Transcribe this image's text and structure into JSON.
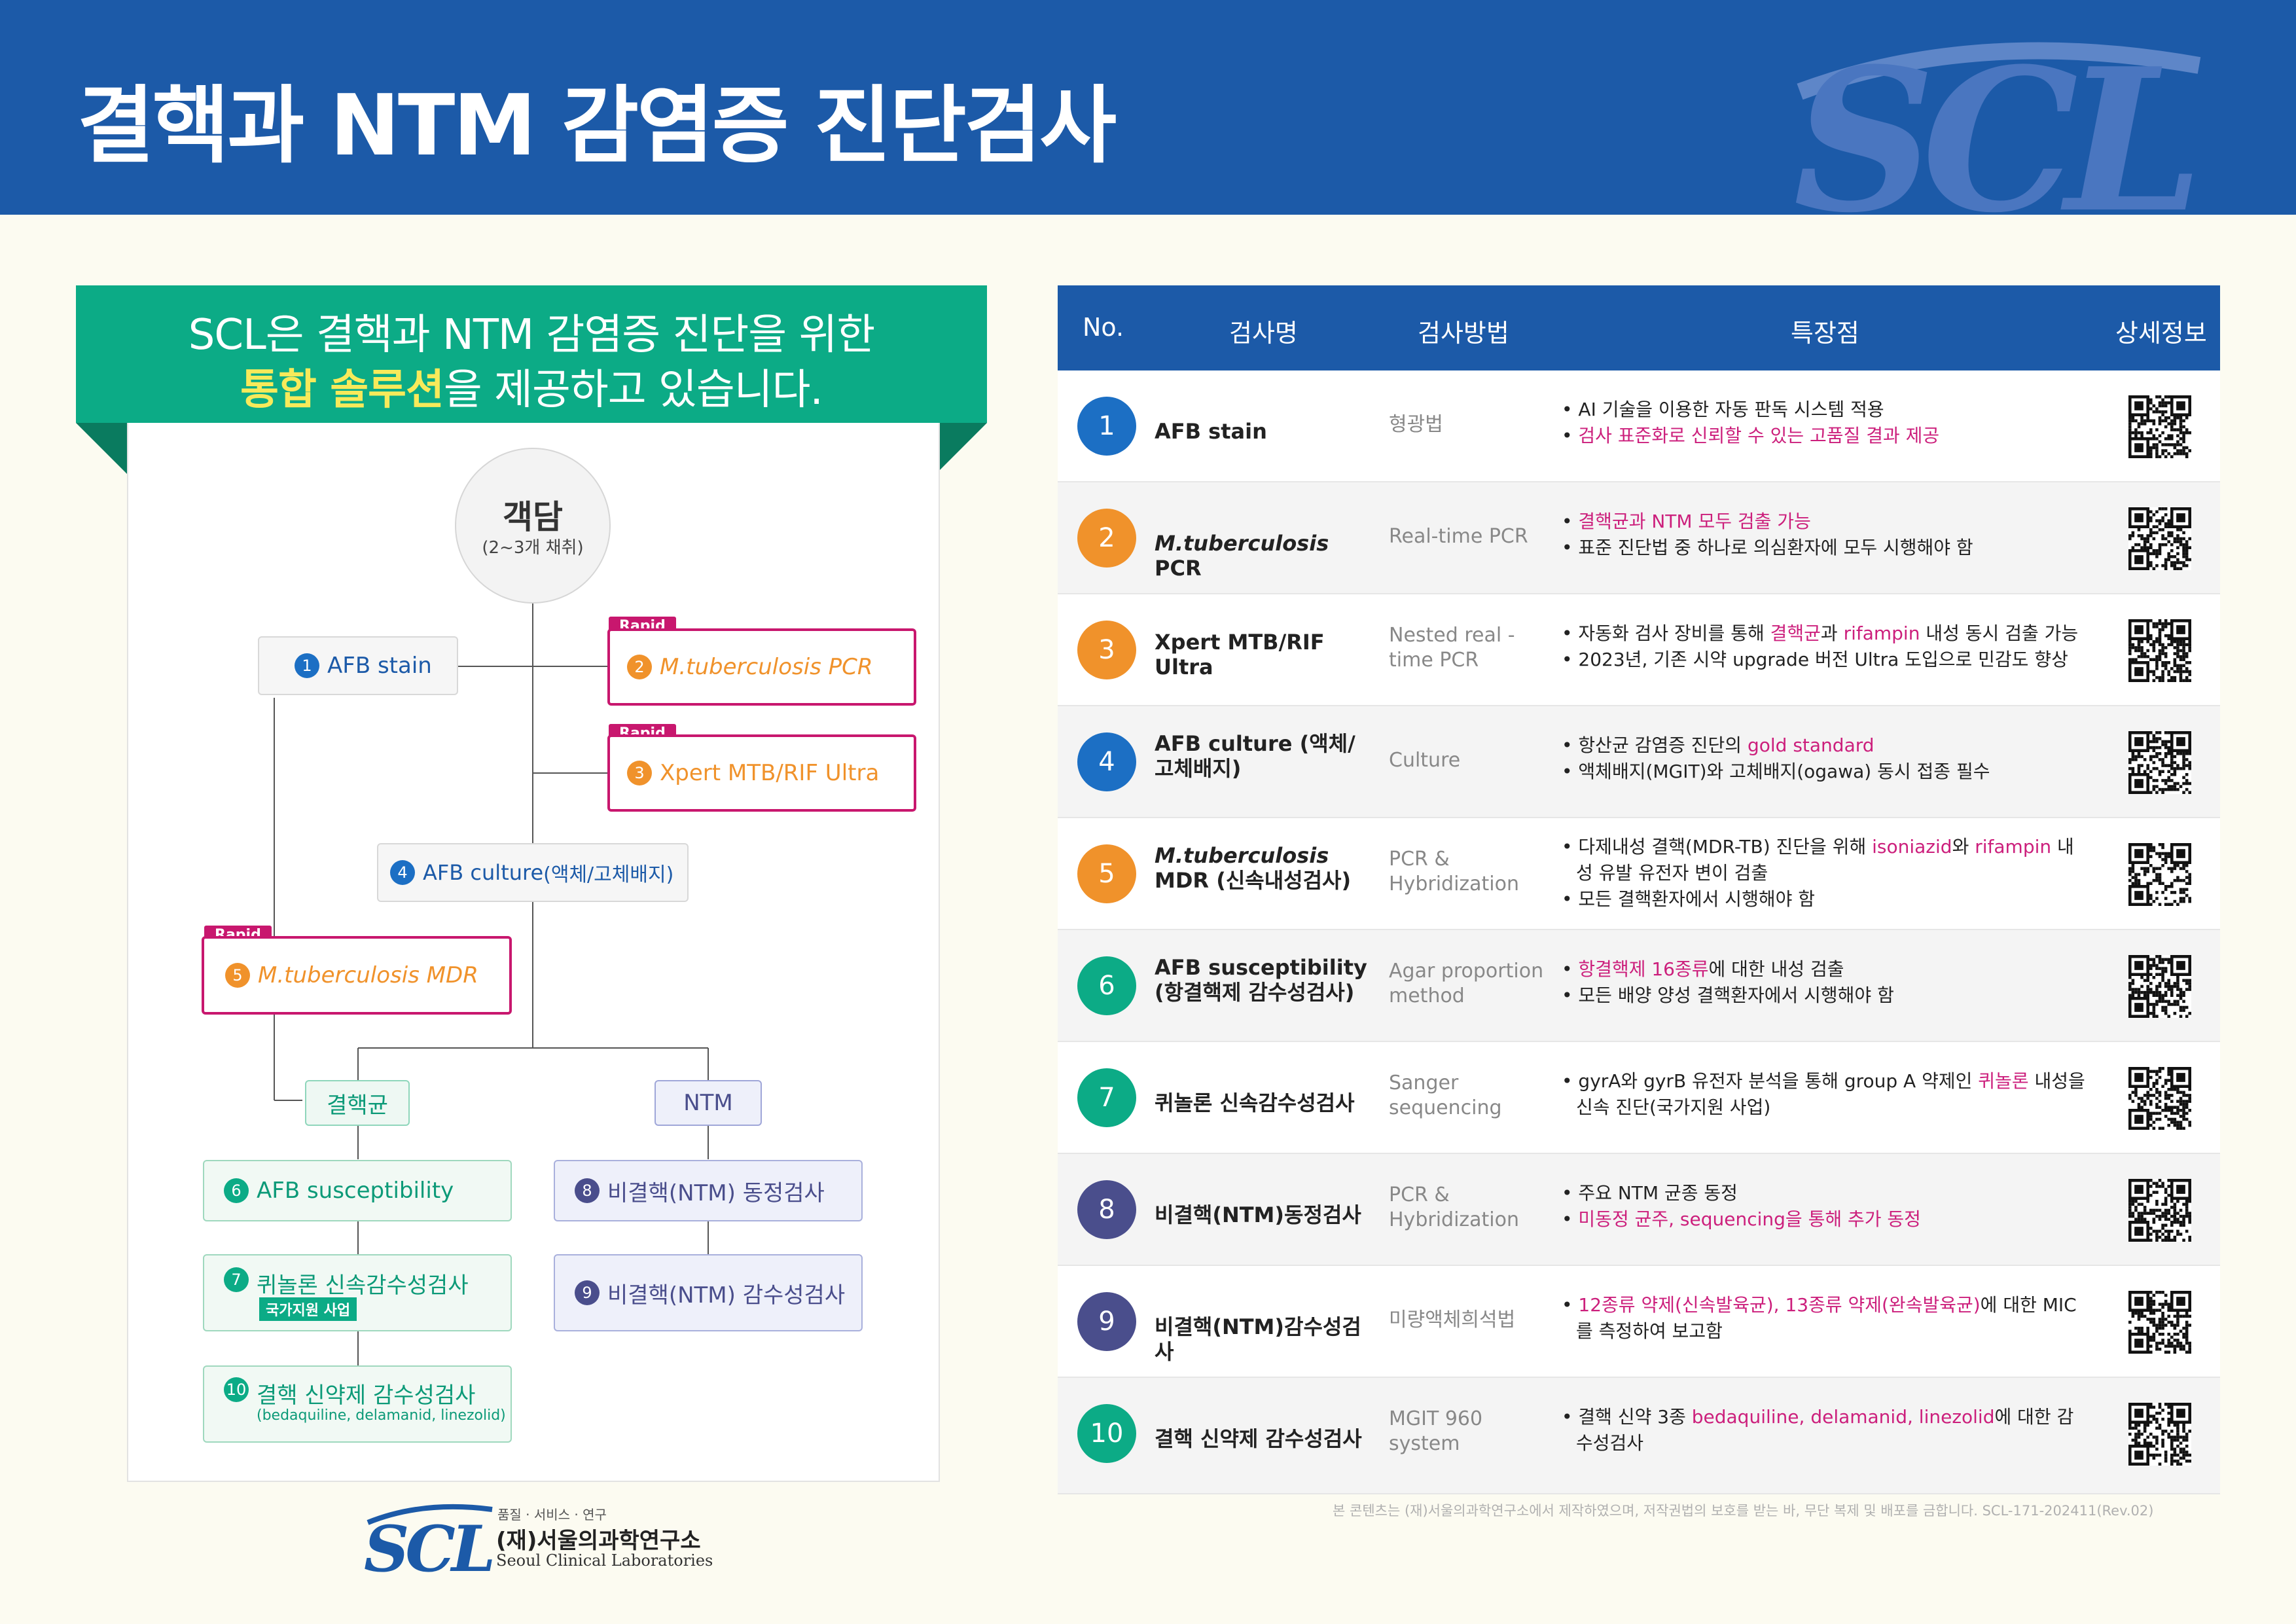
{
  "header": {
    "title": "결핵과 NTM 감염증 진단검사",
    "logo": "SCL"
  },
  "ribbon": {
    "line1": "SCL은 결핵과 NTM 감염증 진단을 위한",
    "line2_highlight": "통합 솔루션",
    "line2_rest": "을 제공하고 있습니다."
  },
  "flow": {
    "sputum": {
      "title": "객담",
      "sub": "(2~3개 채취)"
    },
    "rapid": "Rapid",
    "tb_group": "결핵균",
    "ntm_group": "NTM",
    "national_badge": "국가지원 사업",
    "boxes": [
      {
        "num": "1",
        "label": "AFB stain"
      },
      {
        "num": "2",
        "label": "M.tuberculosis PCR"
      },
      {
        "num": "3",
        "label": "Xpert MTB/RIF Ultra"
      },
      {
        "num": "4",
        "label": "AFB culture ",
        "sub": "(액체/고체배지)"
      },
      {
        "num": "5",
        "label": "M.tuberculosis MDR"
      },
      {
        "num": "6",
        "label": "AFB susceptibility"
      },
      {
        "num": "7",
        "label": "퀴놀론 신속감수성검사"
      },
      {
        "num": "8",
        "label": "비결핵(NTM) 동정검사"
      },
      {
        "num": "9",
        "label": "비결핵(NTM) 감수성검사"
      },
      {
        "num": "10",
        "label": "결핵 신약제 감수성검사",
        "sub": "(bedaquiline, delamanid, linezolid)"
      }
    ]
  },
  "footer": {
    "logo": "SCL",
    "tagline": "품질 · 서비스 · 연구",
    "name": "(재)서울의과학연구소",
    "name_en": "Seoul Clinical Laboratories",
    "copyright": "본 콘텐츠는 (재)서울의과학연구소에서 제작하였으며, 저작권법의 보호를 받는 바, 무단 복제 및 배포를 금합니다. SCL-171-202411(Rev.02)"
  },
  "table": {
    "headers": {
      "no": "No.",
      "name": "검사명",
      "method": "검사방법",
      "feature": "특장점",
      "detail": "상세정보"
    },
    "rows": [
      {
        "no": "1",
        "name": "AFB stain",
        "method": "형광법",
        "features": [
          [
            {
              "t": "AI 기술을 이용한 자동 판독 시스템 적용"
            }
          ],
          [
            {
              "t": "검사 표준화로 신뢰할 수 있는 고품질 결과 제공",
              "pk": true
            }
          ]
        ]
      },
      {
        "no": "2",
        "name": "M.tuberculosis PCR",
        "method": "Real-time PCR",
        "features": [
          [
            {
              "t": "결핵균과 NTM 모두 검출 가능",
              "pk": true
            }
          ],
          [
            {
              "t": "표준 진단법 중 하나로 의심환자에 모두 시행해야 함"
            }
          ]
        ]
      },
      {
        "no": "3",
        "name": "Xpert MTB/RIF Ultra",
        "method": "Nested real -time PCR",
        "features": [
          [
            {
              "t": "자동화 검사 장비를 통해 "
            },
            {
              "t": "결핵균",
              "pk": true
            },
            {
              "t": "과 "
            },
            {
              "t": "rifampin",
              "pk": true
            },
            {
              "t": " 내성 동시 검출 가능"
            }
          ],
          [
            {
              "t": "2023년, 기존 시약 upgrade 버전 Ultra 도입으로 민감도 향상"
            }
          ]
        ]
      },
      {
        "no": "4",
        "name": "AFB culture (액체/고체배지)",
        "method": "Culture",
        "features": [
          [
            {
              "t": "항산균 감염증 진단의 "
            },
            {
              "t": "gold standard",
              "pk": true
            }
          ],
          [
            {
              "t": "액체배지(MGIT)와 고체배지(ogawa) 동시 접종 필수"
            }
          ]
        ]
      },
      {
        "no": "5",
        "name": "M.tuberculosis MDR (신속내성검사)",
        "method": "PCR & Hybridization",
        "features": [
          [
            {
              "t": "다제내성 결핵(MDR-TB) 진단을 위해 "
            },
            {
              "t": "isoniazid",
              "pk": true
            },
            {
              "t": "와 "
            },
            {
              "t": "rifampin",
              "pk": true
            },
            {
              "t": " 내성 유발 유전자 변이 검출"
            }
          ],
          [
            {
              "t": "모든 결핵환자에서 시행해야 함"
            }
          ]
        ]
      },
      {
        "no": "6",
        "name": "AFB susceptibility (항결핵제 감수성검사)",
        "method": "Agar proportion method",
        "features": [
          [
            {
              "t": "항결핵제 16종류",
              "pk": true
            },
            {
              "t": "에 대한 내성 검출"
            }
          ],
          [
            {
              "t": "모든 배양 양성 결핵환자에서 시행해야 함"
            }
          ]
        ]
      },
      {
        "no": "7",
        "name": "퀴놀론 신속감수성검사",
        "method": "Sanger sequencing",
        "features": [
          [
            {
              "t": "gyrA와 gyrB 유전자 분석을 통해 group A 약제인 "
            },
            {
              "t": "퀴놀론",
              "pk": true
            },
            {
              "t": " 내성을 신속 진단(국가지원 사업)"
            }
          ]
        ]
      },
      {
        "no": "8",
        "name": "비결핵(NTM)동정검사",
        "method": "PCR & Hybridization",
        "features": [
          [
            {
              "t": "주요 NTM 균종 동정"
            }
          ],
          [
            {
              "t": "미동정 균주, sequencing을 통해 추가 동정",
              "pk": true
            }
          ]
        ]
      },
      {
        "no": "9",
        "name": "비결핵(NTM)감수성검사",
        "method": "미량액체희석법",
        "features": [
          [
            {
              "t": "12종류 약제(신속발육균), 13종류 약제(완속발육균)",
              "pk": true
            },
            {
              "t": "에 대한 MIC를 측정하여 보고함"
            }
          ]
        ]
      },
      {
        "no": "10",
        "name": "결핵 신약제 감수성검사",
        "method": "MGIT 960 system",
        "features": [
          [
            {
              "t": "결핵 신약 3종 "
            },
            {
              "t": "bedaquiline, delamanid, linezolid",
              "pk": true
            },
            {
              "t": "에 대한 감수성검사"
            }
          ]
        ]
      }
    ]
  },
  "colors": {
    "blue": "#1c5aa8",
    "green": "#0cab86",
    "pink": "#c8176e",
    "orange": "#f0922b",
    "purple": "#4a4e8c"
  }
}
